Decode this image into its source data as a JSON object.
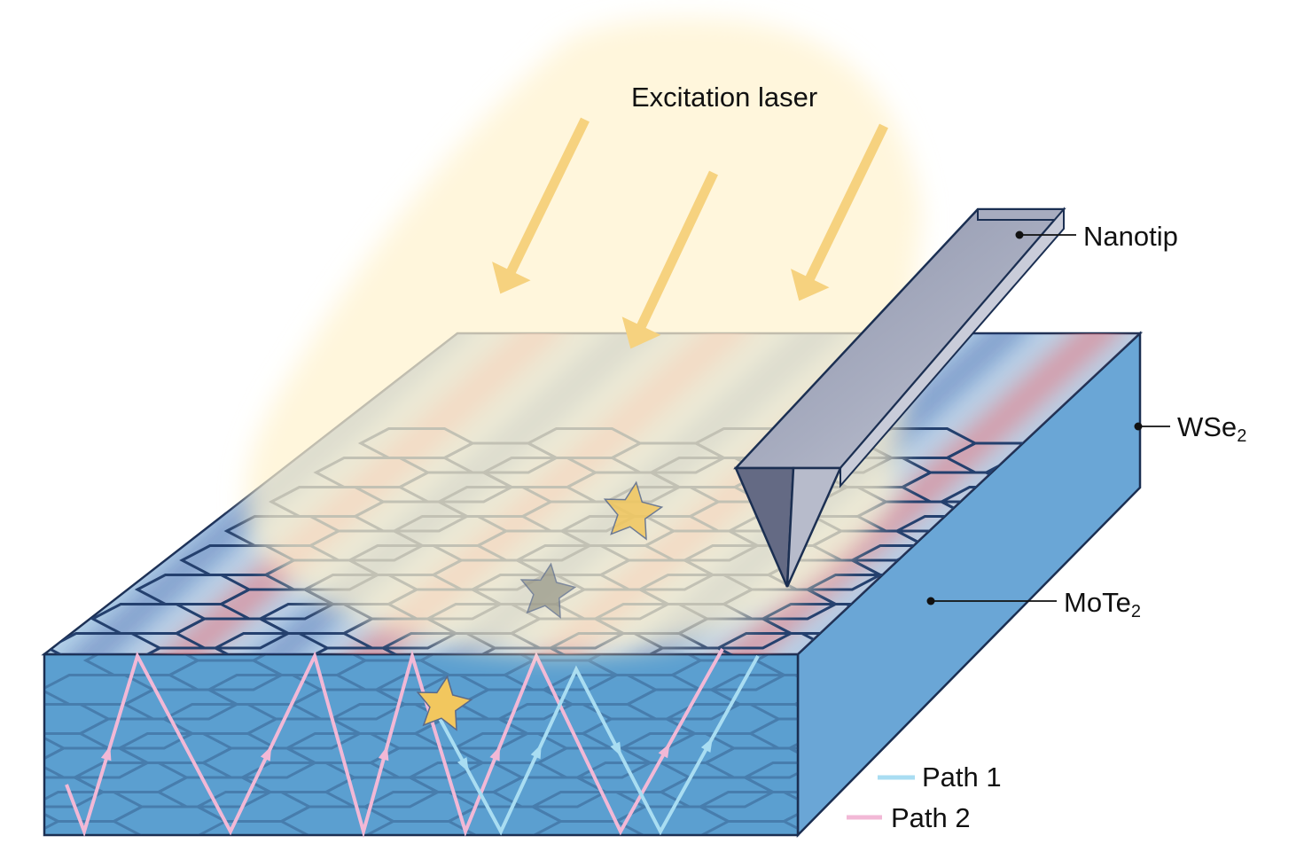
{
  "labels": {
    "excitation": "Excitation laser",
    "nanotip": "Nanotip",
    "wse2_base": "WSe",
    "wse2_sub": "2",
    "mote2_base": "MoTe",
    "mote2_sub": "2"
  },
  "legend": {
    "items": [
      {
        "label": "Path 1",
        "color": "#a9ddf2"
      },
      {
        "label": "Path 2",
        "color": "#f2b8d6"
      }
    ]
  },
  "colors": {
    "slab_front": "#5b9fd0",
    "slab_right": "#6aa6d6",
    "slab_top": "#b9d7ec",
    "slab_edge": "#1b2f52",
    "stripe_red": "#e7727a",
    "stripe_blue": "#3b57a3",
    "laser_glow": "#fff3cf",
    "laser_arrow": "#f6d27f",
    "hexagon_line": "#24406e",
    "star": "#f2c75e",
    "nanotip": "#9aa0b6"
  },
  "icons": {
    "star": "star-icon",
    "arrow": "arrow-down-left-icon"
  }
}
